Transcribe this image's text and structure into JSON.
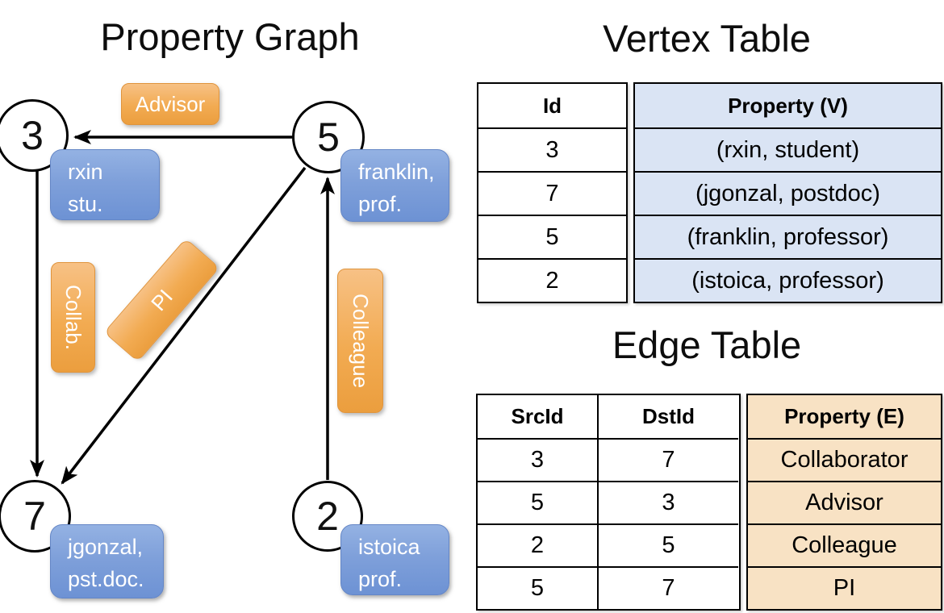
{
  "graph_title": "Property Graph",
  "graph": {
    "nodes": [
      {
        "id": "3",
        "property_lines": [
          "rxin",
          "stu."
        ]
      },
      {
        "id": "5",
        "property_lines": [
          "franklin,",
          "prof."
        ]
      },
      {
        "id": "7",
        "property_lines": [
          "jgonzal,",
          "pst.doc."
        ]
      },
      {
        "id": "2",
        "property_lines": [
          "istoica",
          "prof."
        ]
      }
    ],
    "edge_labels": {
      "advisor": "Advisor",
      "collab": "Collab.",
      "pi": "PI",
      "colleague": "Colleague"
    }
  },
  "vertex_table": {
    "title": "Vertex Table",
    "columns": {
      "id": "Id",
      "property": "Property (V)"
    },
    "rows": [
      {
        "id": "3",
        "property": "(rxin, student)"
      },
      {
        "id": "7",
        "property": "(jgonzal, postdoc)"
      },
      {
        "id": "5",
        "property": "(franklin, professor)"
      },
      {
        "id": "2",
        "property": "(istoica, professor)"
      }
    ]
  },
  "edge_table": {
    "title": "Edge Table",
    "columns": {
      "src": "SrcId",
      "dst": "DstId",
      "property": "Property (E)"
    },
    "rows": [
      {
        "src": "3",
        "dst": "7",
        "property": "Collaborator"
      },
      {
        "src": "5",
        "dst": "3",
        "property": "Advisor"
      },
      {
        "src": "2",
        "dst": "5",
        "property": "Colleague"
      },
      {
        "src": "5",
        "dst": "7",
        "property": "PI"
      }
    ]
  },
  "colors": {
    "edge_label_orange": "#f2ab52",
    "vertex_property_blue": "#7fa0da",
    "vertex_table_cell": "#dae4f4",
    "edge_table_cell": "#f8e2c4",
    "line": "#000000"
  }
}
